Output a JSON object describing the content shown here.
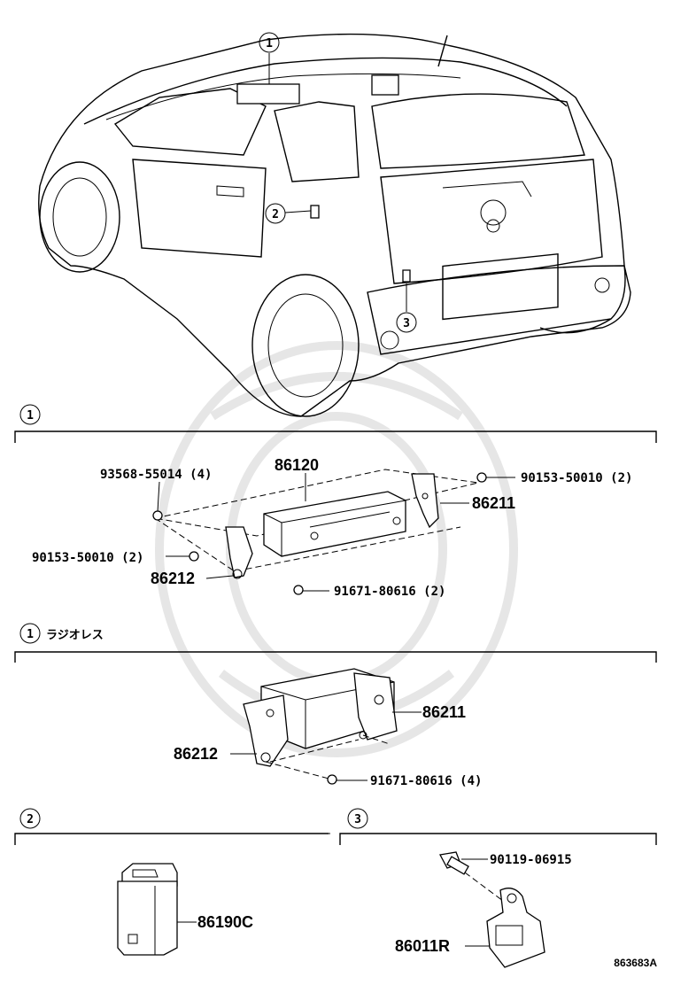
{
  "callouts": [
    "1",
    "2",
    "3"
  ],
  "sections": {
    "s1": {
      "index": "1",
      "parts": [
        {
          "number": "93568-55014 (4)"
        },
        {
          "number": "86120"
        },
        {
          "number": "90153-50010 (2)"
        },
        {
          "number": "86211"
        },
        {
          "number": "90153-50010 (2)"
        },
        {
          "number": "86212"
        },
        {
          "number": "91671-80616 (2)"
        }
      ]
    },
    "s1b": {
      "index": "1",
      "subtitle": "ラジオレス",
      "parts": [
        {
          "number": "86211"
        },
        {
          "number": "86212"
        },
        {
          "number": "91671-80616 (4)"
        }
      ]
    },
    "s2": {
      "index": "2",
      "parts": [
        {
          "number": "86190C"
        }
      ]
    },
    "s3": {
      "index": "3",
      "parts": [
        {
          "number": "90119-06915"
        },
        {
          "number": "86011R"
        }
      ]
    }
  },
  "diagram_code": "863683A"
}
